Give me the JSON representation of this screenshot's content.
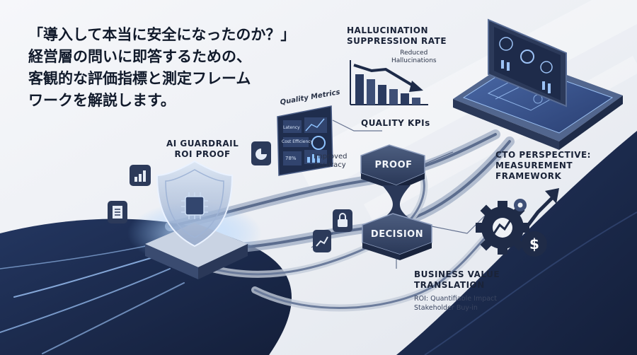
{
  "headline": {
    "line1": "「導入して本当に安全になったのか？」",
    "line2": "経営層の問いに即答するための、",
    "line3": "客観的な評価指標と測定フレーム",
    "line4": "ワークを解説します。"
  },
  "hallucination": {
    "title_line1": "HALLUCINATION",
    "title_line2": "SUPPRESSION RATE",
    "note_line1": "Reduced",
    "note_line2": "Hallucinations"
  },
  "quality_metrics": {
    "title": "Quality Metrics",
    "row1": "Latency",
    "row2": "Cost Efficiency",
    "row3": "78%"
  },
  "quality_kpis": "QUALITY KPIs",
  "improved_accuracy": {
    "line1": "Improved",
    "line2": "Accuracy"
  },
  "guardrail": {
    "line1": "AI GUARDRAIL",
    "line2": "ROI PROOF"
  },
  "nodes": {
    "proof": "PROOF",
    "decision": "DECISION"
  },
  "cto": {
    "line1": "CTO PERSPECTIVE:",
    "line2": "MEASUREMENT",
    "line3": "FRAMEWORK"
  },
  "business": {
    "title_line1": "BUSINESS VALUE",
    "title_line2": "TRANSLATION",
    "sub_line1": "ROI: Quantifiable Impact",
    "sub_line2": "Stakeholder Buy-in"
  },
  "icons": [
    "shield-icon",
    "chip-icon",
    "document-icon",
    "bar-chart-icon",
    "lock-icon",
    "gear-icon",
    "dollar-icon",
    "trend-arrow-icon",
    "laptop-icon"
  ],
  "colors": {
    "navy": "#1b2a4a",
    "accent": "#4a78c8",
    "glow": "#8fc3ff",
    "background": "#eef1f5"
  }
}
